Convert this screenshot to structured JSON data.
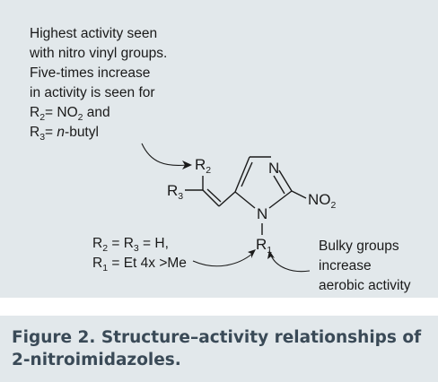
{
  "annotation_top": {
    "lines": [
      "Highest activity seen",
      "with nitro vinyl groups.",
      "Five-times increase",
      "in activity is seen for"
    ],
    "r2_label": "R",
    "r2_sub": "2",
    "r2_eq": "= NO",
    "r2_no2_sub": "2",
    "r2_tail": " and",
    "r3_label": "R",
    "r3_sub": "3",
    "r3_eq": "= ",
    "r3_italic": "n",
    "r3_tail": "-butyl"
  },
  "annotation_left": {
    "r2": "R",
    "r2_sub": "2",
    "eq1": " = R",
    "r3_sub": "3",
    "eq2": " = H,",
    "r1": "R",
    "r1_sub": "1",
    "eq3": " = Et 4x >Me"
  },
  "annotation_right": {
    "lines": [
      "Bulky groups",
      "increase",
      "aerobic activity"
    ]
  },
  "molecule": {
    "R2": "R",
    "R2_sub": "2",
    "R3": "R",
    "R3_sub": "3",
    "N_top": "N",
    "N_bottom": "N",
    "NO2": "NO",
    "NO2_sub": "2",
    "R1": "R",
    "R1_sub": "1"
  },
  "caption": "Figure 2. Structure–activity relationships of 2-nitroimidazoles."
}
